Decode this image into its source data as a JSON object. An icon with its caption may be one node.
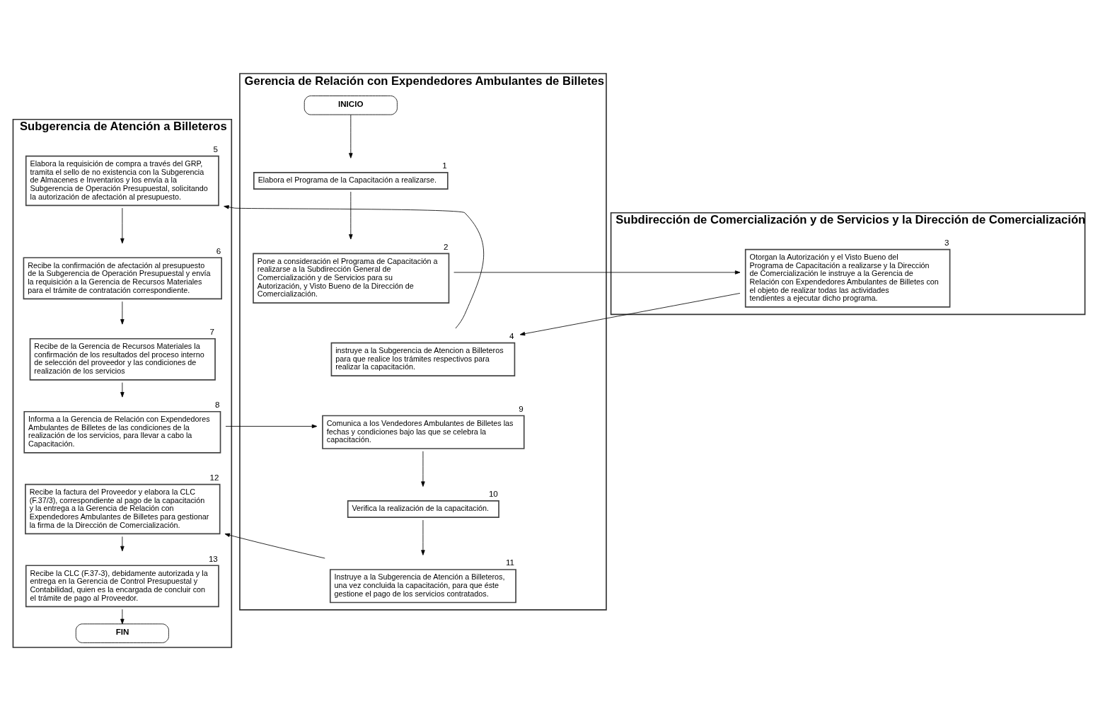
{
  "diagram": {
    "nodes": [
      {
        "text": [
          "Gerencia de Relación con Expendedores Ambulantes de Billetes"
        ]
      },
      {
        "text": [
          "Subdirección de Comercialización y de Servicios y la Dirección de Comercialización"
        ]
      },
      {
        "text": [
          "Subgerencia de Atención a Billeteros"
        ]
      },
      {
        "text": [
          "INICIO"
        ],
        "in": 0
      },
      {
        "text": [
          "Elabora el Programa de la Capacitación a realizarse."
        ],
        "beside": [
          "1"
        ],
        "in": 0
      },
      {
        "text": [
          "Pone a consideración el Programa de Capacitación a realizarse a la Subdirección General de Comercialización y de Servicios para su Autorización, y Visto Bueno de la Dirección de Comercialización."
        ],
        "beside": [
          "2"
        ],
        "in": 0
      },
      {
        "text": [
          "Otorgan la Autorización y el Visto Bueno del Programa de Capacitación a realizarse y la Dirección de Comercialización le instruye a la Gerencia de Relación con Expendedores Ambulantes de Billetes con el objeto de realizar todas las actividades tendientes a ejecutar dicho programa."
        ],
        "beside": [
          "3"
        ],
        "in": 1
      },
      {
        "text": [
          "instruye a la Subgerencia de Atencion a Billeteros para que realice los trámites respectivos para realizar la capacitación."
        ],
        "beside": [
          "4"
        ],
        "in": 0
      },
      {
        "text": [
          "Elabora la requisición de compra a través del GRP, tramita el sello de no existencia con la Subgerencia de Almacenes e Inventarios y los envía a la Subgerencia de Operación Presupuestal, solicitando la autorización de afectación al presupuesto."
        ],
        "beside": [
          "5"
        ],
        "in": 2
      },
      {
        "text": [
          "Recibe la confirmación de afectación al presupuesto de la Subgerencia de Operación Presupuestal y envía la requisición a la Gerencia de Recursos Materiales para el trámite de contratación correspondiente."
        ],
        "beside": [
          "6"
        ],
        "in": 2
      },
      {
        "text": [
          "Recibe de la Gerencia de Recursos Materiales la confirmación de los resultados del proceso interno de selección del proveedor y las condiciones de realización de los servicios"
        ],
        "beside": [
          "7"
        ],
        "in": 2
      },
      {
        "text": [
          "Informa a la Gerencia de Relación con Expendedores Ambulantes de Billetes de las condiciones de la realización de los servicios, para llevar a cabo la Capacitación."
        ],
        "beside": [
          "8"
        ],
        "in": 2
      },
      {
        "text": [
          "Comunica a los Vendedores Ambulantes de Billetes las fechas y condiciones bajo las que se celebra la capacitación."
        ],
        "beside": [
          "9"
        ],
        "in": 0
      },
      {
        "text": [
          "Verifica la realización de la capacitación."
        ],
        "beside": [
          "10"
        ],
        "in": 0
      },
      {
        "text": [
          "Instruye a la Subgerencia de Atención a Billeteros, una vez concluida la capacitación, para que éste gestione el pago de los servicios contratados."
        ],
        "beside": [
          "11"
        ],
        "in": 0
      },
      {
        "text": [
          "Recibe la factura del Proveedor y elabora la CLC (F.37/3), correspondiente al pago de la capacitación y la entrega a la Gerencia de Relación con Expendedores Ambulantes de Billetes para gestionar la firma de la Dirección de Comercialización."
        ],
        "beside": [
          "12"
        ],
        "in": 2
      },
      {
        "text": [
          "Recibe la CLC (F.37-3), debidamente autorizada y la entrega en la Gerencia de Control Presupuestal y Contabilidad, quien es la encargada de concluir con el trámite de pago al Proveedor."
        ],
        "beside": [
          "13"
        ],
        "in": 2
      },
      {
        "text": [
          "FIN"
        ],
        "in": 2
      }
    ],
    "edges": [
      {
        "from": 3,
        "to": 4,
        "arrow": "to"
      },
      {
        "from": 4,
        "to": 5,
        "arrow": "to"
      },
      {
        "from": 5,
        "to": 6,
        "arrow": "to"
      },
      {
        "from": 6,
        "to": 7,
        "arrow": "to"
      },
      {
        "from": 7,
        "to": 8,
        "arrow": "to"
      },
      {
        "from": 8,
        "to": 9,
        "arrow": "to"
      },
      {
        "from": 9,
        "to": 10,
        "arrow": "to"
      },
      {
        "from": 10,
        "to": 11,
        "arrow": "to"
      },
      {
        "from": 11,
        "to": 12,
        "arrow": "to"
      },
      {
        "from": 12,
        "to": 13,
        "arrow": "to"
      },
      {
        "from": 13,
        "to": 14,
        "arrow": "to"
      },
      {
        "from": 14,
        "to": 15,
        "arrow": "to"
      },
      {
        "from": 15,
        "to": 16,
        "arrow": "to"
      },
      {
        "from": 16,
        "to": 17,
        "arrow": "to"
      }
    ]
  }
}
